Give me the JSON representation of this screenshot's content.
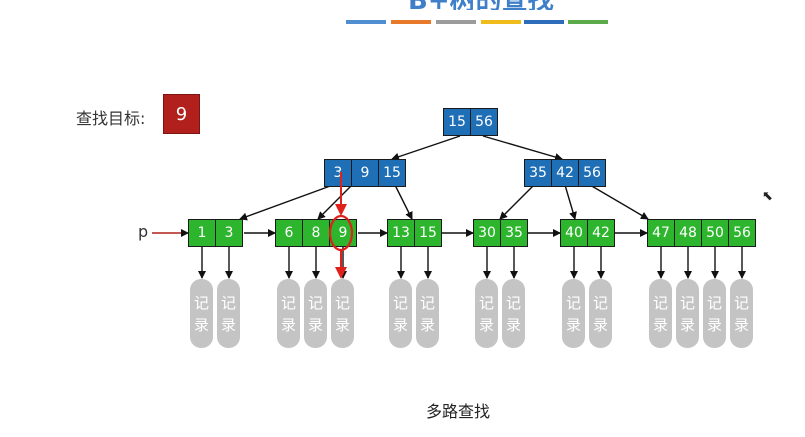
{
  "slide": {
    "title": "B+树的查找",
    "color_bars": [
      "#4f8ed0",
      "#e8782a",
      "#9b9b9b",
      "#f0bc1b",
      "#2d6cb8",
      "#5cab4a"
    ],
    "target_label": "查找目标:",
    "target_value": "9",
    "pointer_label": "p",
    "caption": "多路查找",
    "cursor_glyph": "⬉"
  },
  "tree": {
    "root": [
      "15",
      "56"
    ],
    "internal": [
      [
        "3",
        "9",
        "15"
      ],
      [
        "35",
        "42",
        "56"
      ]
    ],
    "leaves": [
      [
        "1",
        "3"
      ],
      [
        "6",
        "8",
        "9"
      ],
      [
        "13",
        "15"
      ],
      [
        "30",
        "35"
      ],
      [
        "40",
        "42"
      ],
      [
        "47",
        "48",
        "50",
        "56"
      ]
    ],
    "record_text": [
      "记",
      "录"
    ],
    "highlight": {
      "node": "leaf-2",
      "key": "9",
      "color": "#e0201b"
    },
    "colors": {
      "internal": "#1f6fb7",
      "leaf": "#2db52d",
      "record": "#c4c4c4"
    }
  }
}
